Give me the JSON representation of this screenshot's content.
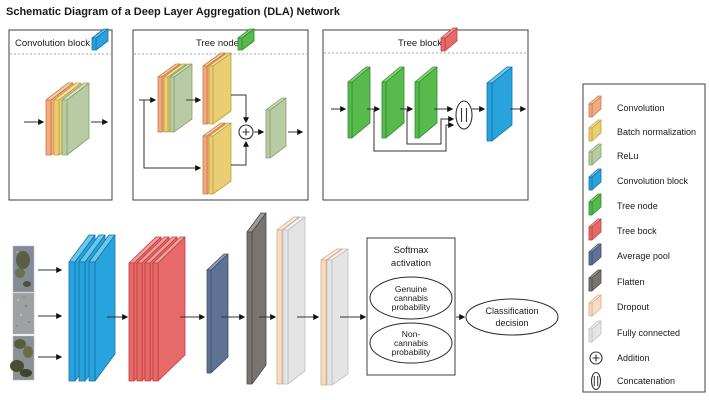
{
  "title": "Schematic Diagram of a Deep Layer Aggregation (DLA) Network",
  "boxes": {
    "convolution_block": {
      "label": "Convolution block"
    },
    "tree_node": {
      "label": "Tree node"
    },
    "tree_block": {
      "label": "Tree block"
    }
  },
  "pipeline": {
    "softmax": {
      "line1": "Softmax",
      "line2": "activation"
    },
    "genuine": {
      "line1": "Genuine",
      "line2": "cannabis",
      "line3": "probability"
    },
    "non_cannabis": {
      "line1": "Non-",
      "line2": "cannabis",
      "line3": "probability"
    },
    "classification": {
      "line1": "Classification",
      "line2": "decision"
    }
  },
  "legend": {
    "items": [
      {
        "label": "Convolution",
        "color": "convolution"
      },
      {
        "label": "Batch normalization",
        "color": "batch_norm"
      },
      {
        "label": "ReLu",
        "color": "relu"
      },
      {
        "label": "Convolution block",
        "color": "conv_block"
      },
      {
        "label": "Tree node",
        "color": "tree_node"
      },
      {
        "label": "Tree bock",
        "color": "tree_block"
      },
      {
        "label": "Average pool",
        "color": "avg_pool"
      },
      {
        "label": "Flatten",
        "color": "flatten"
      },
      {
        "label": "Dropout",
        "color": "dropout"
      },
      {
        "label": "Fully connected",
        "color": "fully_connected"
      },
      {
        "label": "Addition",
        "symbol": "addition"
      },
      {
        "label": "Concatenation",
        "symbol": "concatenation"
      }
    ]
  },
  "palette": {
    "convolution": {
      "base": "#F2AA80",
      "light": "#F8CFB0",
      "dark": "#C97A45"
    },
    "batch_norm": {
      "base": "#EBCD74",
      "light": "#F4E3AC",
      "dark": "#BFA03E"
    },
    "relu": {
      "base": "#B9CBA4",
      "light": "#D5E0C6",
      "dark": "#87A168"
    },
    "conv_block": {
      "base": "#29A3DE",
      "light": "#6FC6EC",
      "dark": "#1173A4"
    },
    "tree_node": {
      "base": "#56BA4D",
      "light": "#8AD37D",
      "dark": "#2F8C2C"
    },
    "tree_block": {
      "base": "#E66A6A",
      "light": "#F29D9D",
      "dark": "#C13C3C"
    },
    "avg_pool": {
      "base": "#5F7294",
      "light": "#8E9DB8",
      "dark": "#3D4E6C"
    },
    "flatten": {
      "base": "#787472",
      "light": "#A09B99",
      "dark": "#4D4A48"
    },
    "dropout": {
      "base": "#F6DCC5",
      "light": "#FBEEE1",
      "dark": "#DCA97F"
    },
    "fully_connected": {
      "base": "#E4E4E4",
      "light": "#F5F5F5",
      "dark": "#BFBFBF"
    }
  }
}
